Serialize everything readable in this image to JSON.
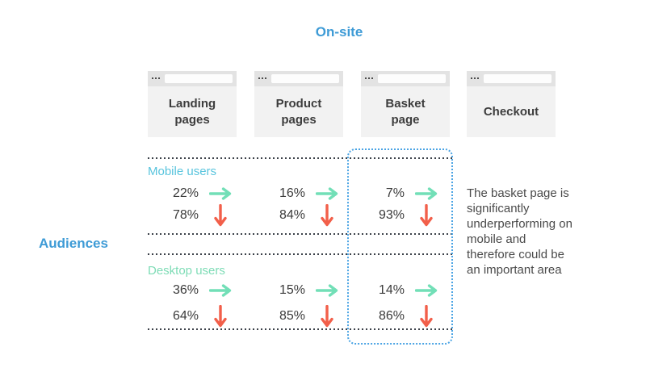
{
  "title": "On-site",
  "side_label": "Audiences",
  "columns": [
    {
      "label": "Landing\npages"
    },
    {
      "label": "Product\npages"
    },
    {
      "label": "Basket\npage"
    },
    {
      "label": "Checkout"
    }
  ],
  "audiences": [
    {
      "name": "Mobile users",
      "metrics": [
        {
          "column": "Landing pages",
          "continue": "22%",
          "drop": "78%"
        },
        {
          "column": "Product pages",
          "continue": "16%",
          "drop": "84%"
        },
        {
          "column": "Basket page",
          "continue": "7%",
          "drop": "93%"
        }
      ]
    },
    {
      "name": "Desktop users",
      "metrics": [
        {
          "column": "Landing pages",
          "continue": "36%",
          "drop": "64%"
        },
        {
          "column": "Product pages",
          "continue": "15%",
          "drop": "85%"
        },
        {
          "column": "Basket page",
          "continue": "14%",
          "drop": "86%"
        }
      ]
    }
  ],
  "annotation": "The basket page is\nsignificantly\nunderperforming on\nmobile and\ntherefore could be\nan important area",
  "icons": {
    "continue": "right-arrow-icon",
    "drop": "down-arrow-icon",
    "window_dots": "window-dots-icon"
  },
  "colors": {
    "heading_blue": "#3e9bd6",
    "mobile_label_cyan": "#58c4dd",
    "desktop_label_mint": "#7edcb6",
    "arrow_green": "#72dfb7",
    "arrow_red": "#f25f4a",
    "highlight_box_blue": "#4ba4e4",
    "dark_text": "#3b3b3b"
  }
}
